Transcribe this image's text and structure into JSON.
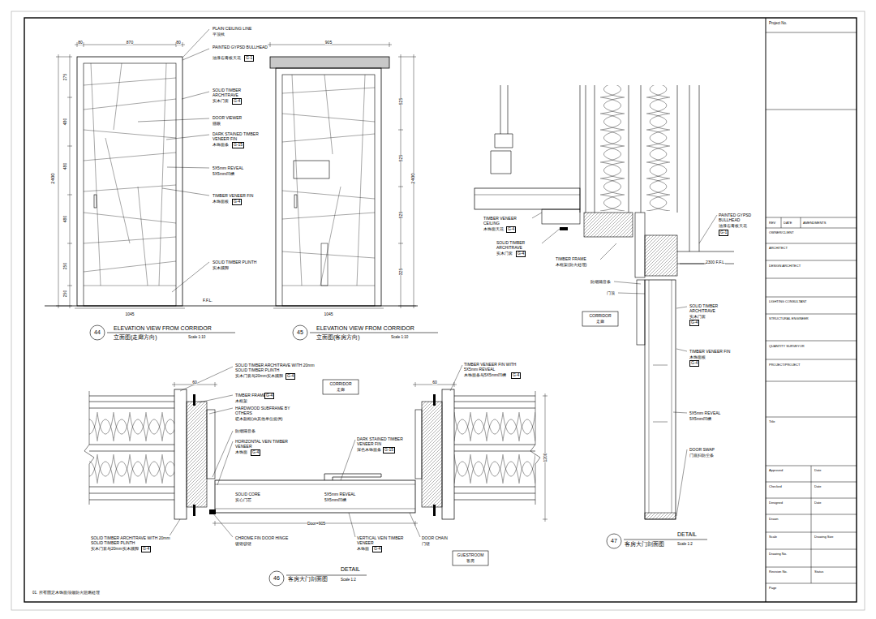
{
  "diagram": {
    "labels": [
      "80",
      "870",
      "80",
      "905",
      "2400",
      "275",
      "480",
      "480",
      "480",
      "250",
      "250",
      "2400",
      "525",
      "525",
      "525",
      "325",
      "1045",
      "1045",
      "PLAIN CEILING LINE",
      "平顶线",
      "PAINTED GYPSD BULLHEAD",
      "油漆石膏板天花",
      "G-1",
      "SOLID TIMBER ARCHITRAVE",
      "实木门套",
      "G-4",
      "DOOR VIEWER",
      "猫眼",
      "DARK STAINED TIMBER VENEER FIN",
      "木饰面条",
      "G-15",
      "5X5mm REVEAL",
      "5X5mm凹槽",
      "TIMBER VENEER FIN",
      "木饰面板",
      "G-4",
      "SOLID TIMBER PLINTH",
      "实木踢脚",
      "F.F.L.",
      "44",
      "ELEVATION VIEW FROM CORRIDOR",
      "立面图(走廊方向)",
      "Scale 1:10",
      "45",
      "ELEVATION VIEW FROM CORRIDOR",
      "立面图(客房方向)",
      "Scale 1:10",
      "TIMBER VENEER CEILING",
      "木饰面天花",
      "G-4",
      "SOLID TIMBER ARCHITRAVE",
      "实木门套",
      "G-4",
      "TIMBER FRAME",
      "木框架(防火处理)",
      "PAINTED GYPSD BULLHEAD",
      "油漆石膏板天花",
      "G-1",
      "2300 F.F.L.",
      "防烟隔音条",
      "门顶",
      "CORRIDOR",
      "走廊",
      "SOLID TIMBER ARCHITRAVE",
      "实木门套",
      "G-4",
      "TIMBER VENEER FIN",
      "木饰面板",
      "G-4",
      "5X5mm REVEAL",
      "5X5mm凹槽",
      "DOOR SWAP",
      "门底扫防尘条",
      "47",
      "DETAIL",
      "客房大门剖面图",
      "Scale 1:2",
      "SOLID TIMBER ARCHITRAVE WITH 20mm SOLID TIMBER PLINTH",
      "实木门套与20mm实木踢脚",
      "G-4",
      "CORRIDOR",
      "走廊",
      "TIMBER FRAME",
      "木框架",
      "G-4",
      "HARDWOOD SUBFRAME BY OTHERS",
      "硬木副框(由其他单位提供)",
      "防烟隔音条",
      "HORIZONTAL VEIN TIMBER VENEER",
      "木饰面",
      "G-4",
      "DARK STAINED TIMBER VENEER FIN",
      "深色木饰面条",
      "G-15",
      "SOLID CORE",
      "实心门芯",
      "5X5mm REVEAL",
      "5X5mm凹槽",
      "Door=905",
      "CHROME FIN DOOR HINGE",
      "镀铬铰链",
      "VERTICAL VEIN TIMBER VENEER",
      "木饰面",
      "G-4",
      "DOOR CHAIN",
      "门链",
      "GUESTROOM",
      "客房",
      "SOLID TIMBER ARCHITRAVE WITH 20mm SOLID TIMBER PLINTH",
      "实木门套与20mm实木踢脚",
      "G-4",
      "TIMBER VENEER FIN WITH 5X5mm REVEAL",
      "木饰面条与5X5mm凹槽",
      "G-4",
      "60",
      "60",
      "1200",
      "46",
      "DETAIL",
      "客房大门剖面图",
      "Scale 1:2",
      "01. 所有固定木饰面须做防火阻燃处理",
      "Project No.",
      "REV",
      "DATE",
      "AMENDMENTS",
      "OWNER/CLIENT",
      "ARCHITECT",
      "DESIGN ARCHITECT",
      "LIGHTING CONSULTANT",
      "STRUCTURAL ENGINEER",
      "QUANTITY SURVEYOR",
      "PROJECT/PROJECT",
      "Title",
      "Approved",
      "Date",
      "Checked",
      "Date",
      "Designed",
      "Date",
      "Drawn",
      "Scale",
      "Drawing Size",
      "Drawing No.",
      "Revision No.",
      "Status",
      "Page"
    ]
  }
}
